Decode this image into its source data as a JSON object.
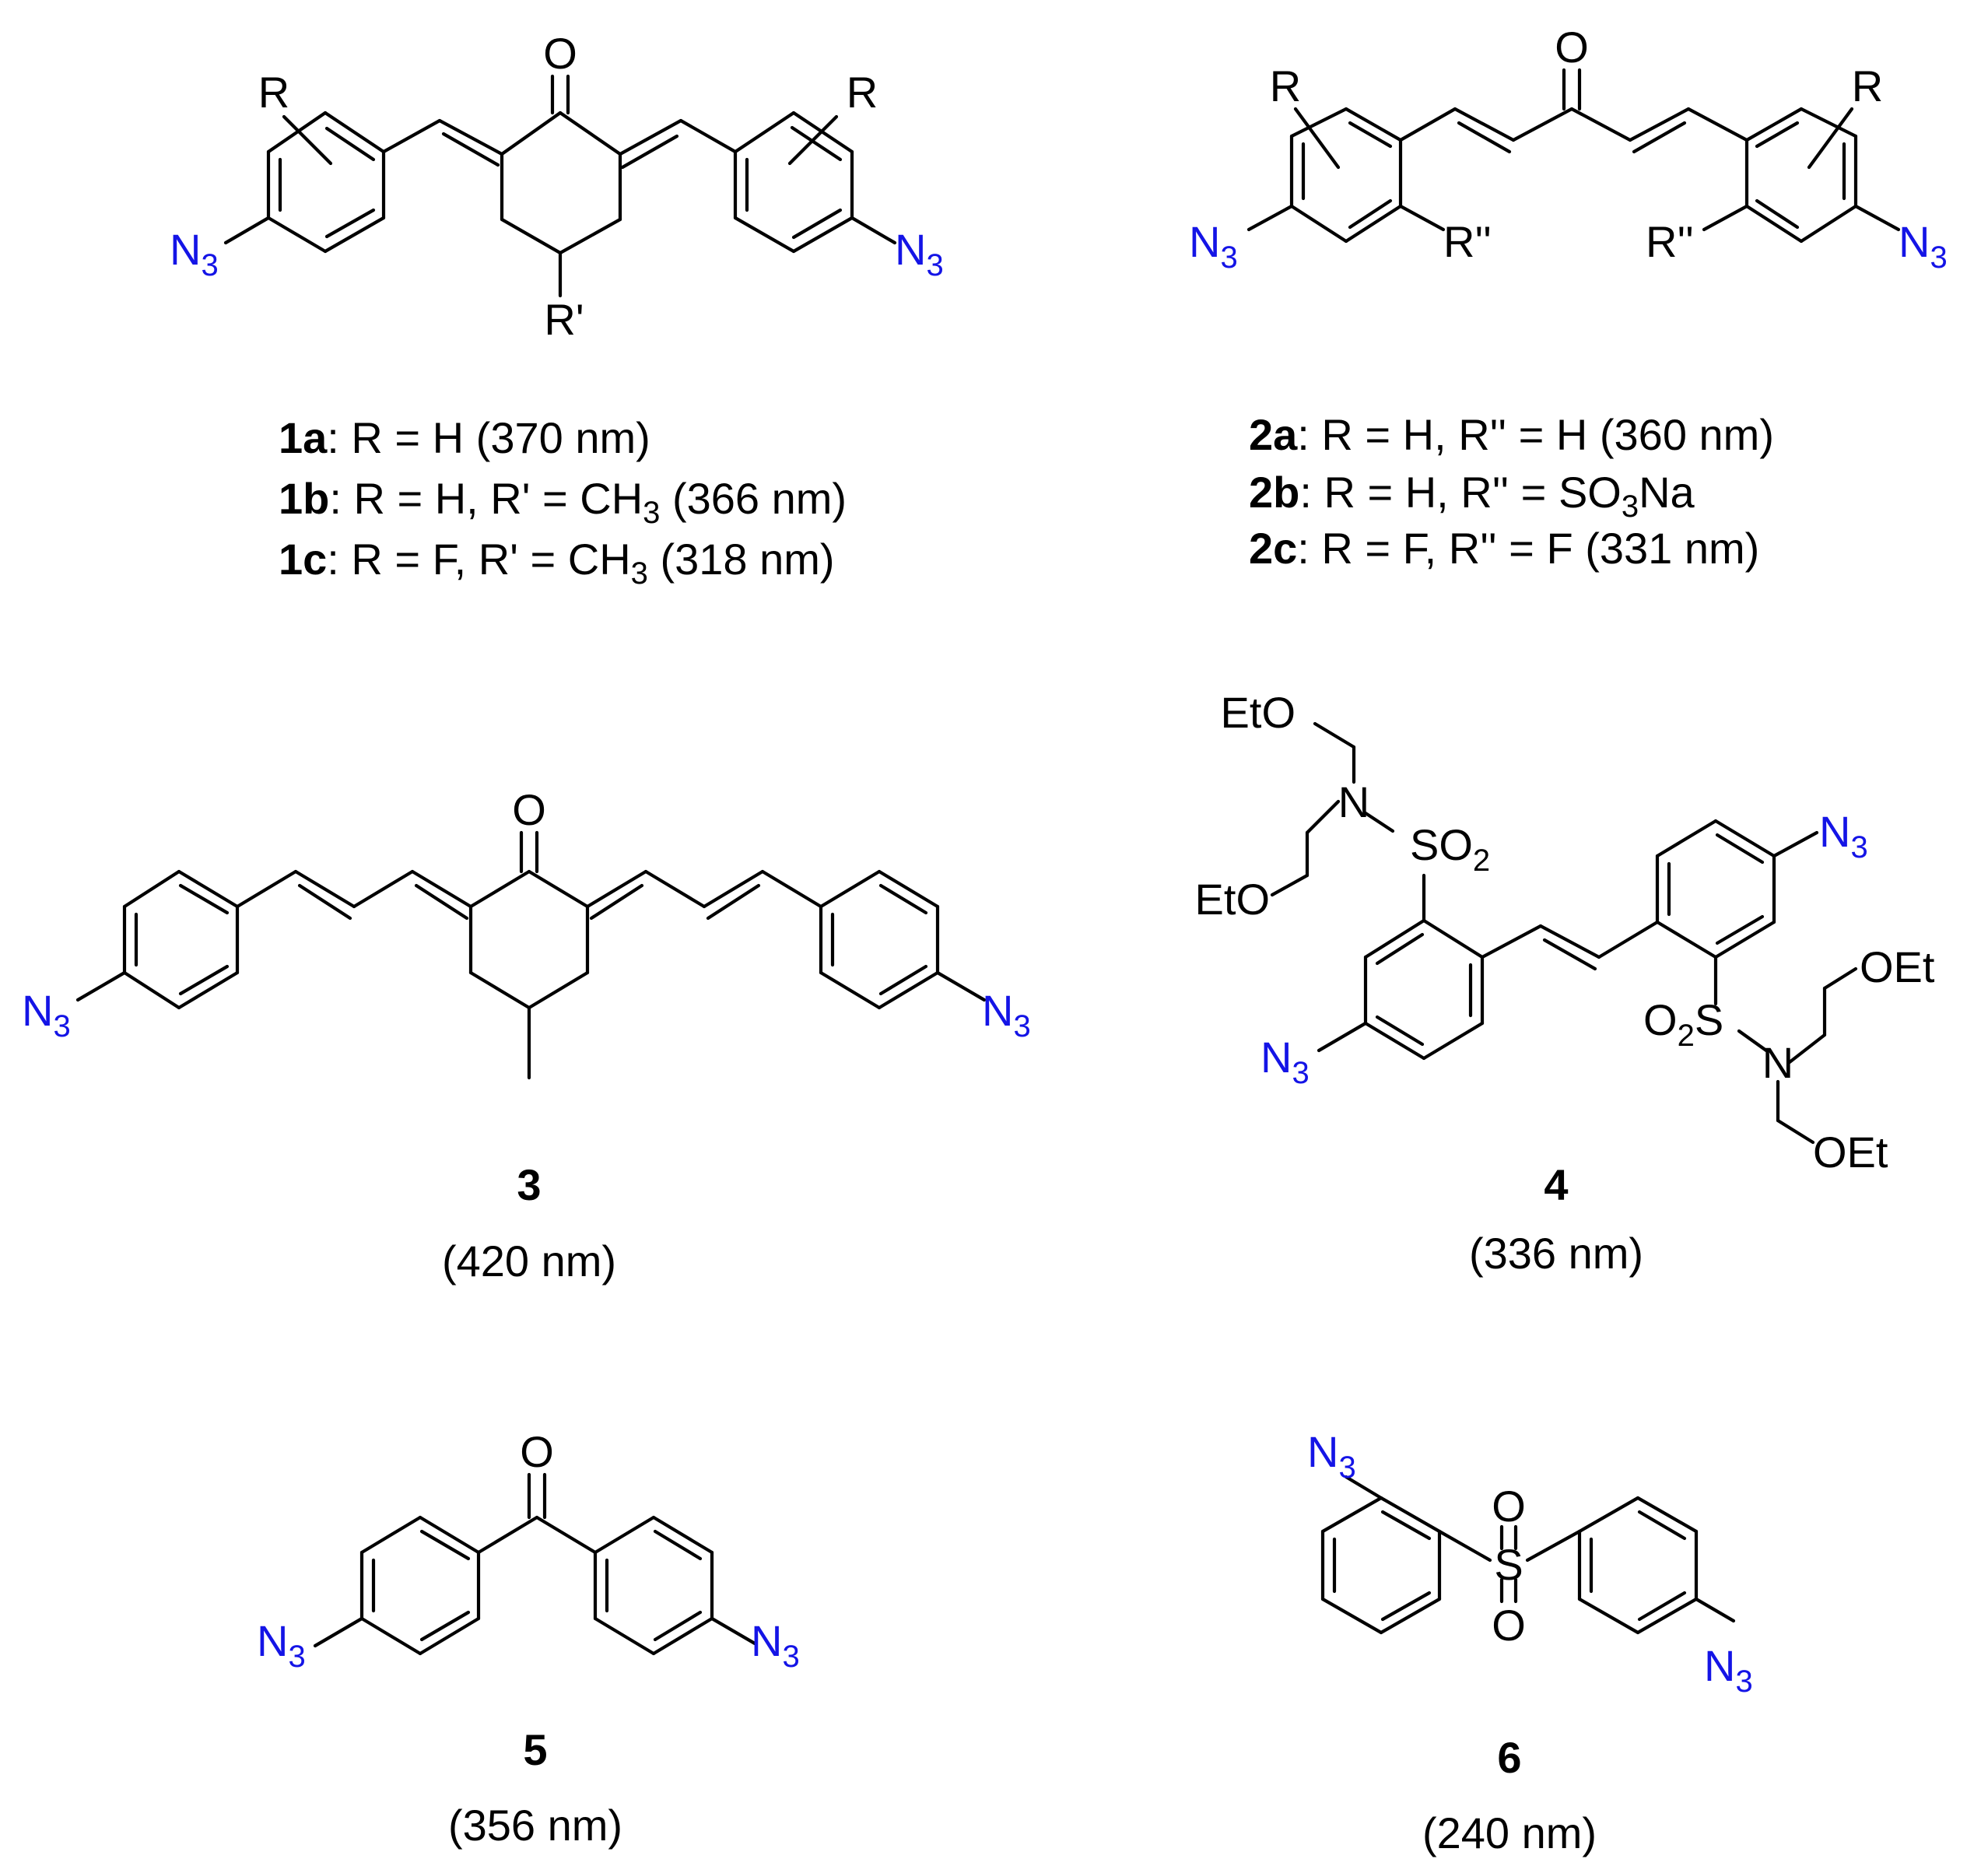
{
  "colors": {
    "azide": "#1414e6",
    "ink": "#000000",
    "background": "#ffffff"
  },
  "atoms": {
    "n3_base": "N",
    "n3_sub": "3",
    "oxygen": "O",
    "r": "R",
    "r_prime": "R'",
    "r_dprime": "R''",
    "sulfur": "S",
    "nitrogen": "N",
    "so2_base": "SO",
    "so2_sub": "2",
    "o2s_base": "O",
    "o2s_sub": "2",
    "o2s_s": "S",
    "eto": "EtO",
    "oet": "OEt"
  },
  "compound1": {
    "a_id": "1a",
    "a_text": ": R = H (370 nm)",
    "b_id": "1b",
    "b_text": ": R = H, R' = CH",
    "b_sub": "3",
    "b_tail": " (366 nm)",
    "c_id": "1c",
    "c_text": ": R = F,  R' = CH",
    "c_sub": "3",
    "c_tail": " (318 nm)"
  },
  "compound2": {
    "a_id": "2a",
    "a_text": ": R = H, R'' =  H (360 nm)",
    "b_id": "2b",
    "b_text": ": R = H, R'' = SO",
    "b_sub": "3",
    "b_tail": "Na",
    "c_id": "2c",
    "c_text": ": R = F,  R'' =  F (331 nm)"
  },
  "compound3": {
    "id": "3",
    "wavelength": "(420 nm)"
  },
  "compound4": {
    "id": "4",
    "wavelength": "(336 nm)"
  },
  "compound5": {
    "id": "5",
    "wavelength": "(356 nm)"
  },
  "compound6": {
    "id": "6",
    "wavelength": "(240 nm)"
  }
}
